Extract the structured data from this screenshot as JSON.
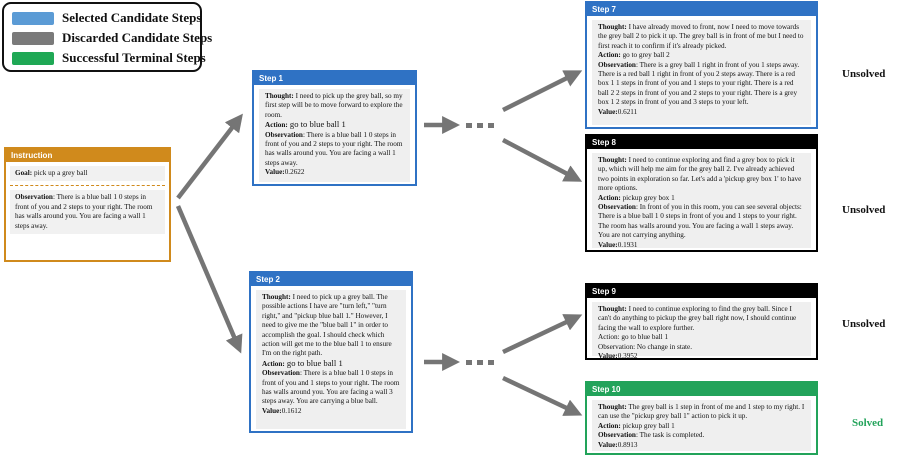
{
  "legend": {
    "items": [
      {
        "label": "Selected Candidate Steps",
        "color": "#5b9bd5"
      },
      {
        "label": "Discarded Candidate Steps",
        "color": "#7a7a7a"
      },
      {
        "label": "Successful Terminal Steps",
        "color": "#1fa855"
      }
    ]
  },
  "instruction": {
    "title": "Instruction",
    "goal_label": "Goal:",
    "goal_text": " pick up a grey ball",
    "obs_label": "Observation",
    "obs_text": ": There is a blue ball 1 0 steps in front of you and 2 steps to your right. The room has walls around you. You are facing a wall 1 steps away."
  },
  "steps": {
    "s1": {
      "title": "Step 1",
      "thought": "  I need to pick up the grey ball, so my first step will be to move forward to explore the room.",
      "action": " go to blue ball 1",
      "observation": ": There is a blue ball 1 0 steps in front of you and 2 steps to your right. The room has walls around you. You are facing a wall 1 steps away.",
      "value": "0.2622"
    },
    "s2": {
      "title": "Step 2",
      "thought": "  I need to pick up a grey ball. The possible actions I have are \"turn left,\" \"turn right,\" and \"pickup blue ball 1.\" However, I need to give me the \"blue ball 1\" in order to accomplish the goal. I should check which action will get me to the blue ball 1 to ensure I'm on the right path.",
      "action": " go to blue ball 1",
      "observation": ": There is a blue ball 1 0 steps in front of you and 1 steps to your right. The room has walls around you. You are facing a wall 3 steps away. You are carrying a blue ball.",
      "value": "0.1612"
    },
    "s7": {
      "title": "Step 7",
      "thought": " I have already moved to front, now I need to move towards the grey ball 2 to pick it up. The grey ball is in front of me but I need to first reach it to confirm if it's already picked.",
      "action": " go to grey ball 2",
      "observation": ": There is a grey ball 1 right in front of you 1 steps away.  There is a red ball 1 right in front of you 2 steps away.  There is a red box 1 1 steps in front of you and 1 steps to your right.  There is a red ball 2 2 steps in front of you and 2 steps to your right. There is a grey box 1 2 steps in front of you and 3 steps to your left.",
      "value": "0.6211"
    },
    "s8": {
      "title": "Step 8",
      "thought": "  I need to continue exploring and find a grey box to pick it up, which will help me aim for the grey ball 2. I've already achieved two points in exploration so far. Let's add a 'pickup grey box 1' to have more options.",
      "action": " pickup grey box  1",
      "observation": ":  In front of you in this room, you can see several objects: There is a blue ball 1 0 steps in front of you and 1 steps to your right. The room has walls around you. You are facing a wall 1 steps away.  You are not carrying anything.",
      "value": "0.1931"
    },
    "s9": {
      "title": "Step 9",
      "thought": "  I need to continue exploring to find the grey ball. Since I can't do anything to pickup the grey ball right now, I should continue facing the wall to explore further.",
      "action": "Action: go to blue ball 1",
      "observation": "Observation: No change in state.",
      "value": "0.3952"
    },
    "s10": {
      "title": "Step 10",
      "thought": " The grey ball is 1 step in front of me and 1 step to my right. I can use the \"pickup grey ball 1\" action to pick it up.",
      "action": " pickup grey ball 1",
      "observation": ": The task is completed.",
      "value": "0.8913"
    }
  },
  "labels": {
    "thought": "Thought:",
    "action": "Action:",
    "observation": "Observation",
    "value": "Value:"
  },
  "statuses": {
    "s7": "Unsolved",
    "s8": "Unsolved",
    "s9": "Unsolved",
    "s10": "Solved"
  },
  "colors": {
    "selected": "#2f72c4",
    "discarded": "#000000",
    "success": "#22a35a",
    "instruction": "#d08a1c",
    "arrow": "#757575"
  }
}
